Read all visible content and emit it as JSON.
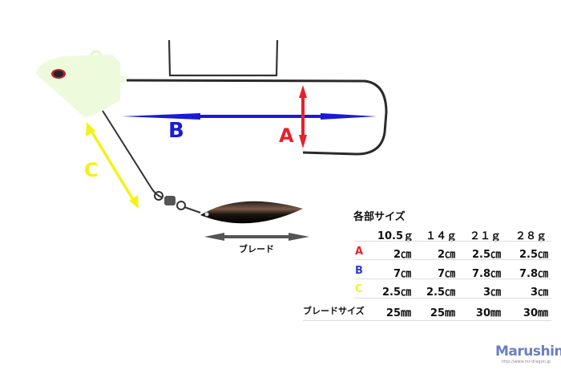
{
  "diagram": {
    "label_a": "A",
    "label_b": "B",
    "label_c": "C",
    "blade_label": "ブレード",
    "colors": {
      "a": "#e8202a",
      "b": "#1a1ad8",
      "c": "#f2f21a",
      "blade_arrow": "#555555",
      "head": "#eefadc"
    }
  },
  "table": {
    "title": "各部サイズ",
    "columns": [
      "10.5ｇ",
      "１４ｇ",
      "２１ｇ",
      "２８ｇ"
    ],
    "rows": [
      {
        "label": "A",
        "color": "#e8202a",
        "values": [
          "2㎝",
          "2㎝",
          "2.5㎝",
          "2.5㎝"
        ]
      },
      {
        "label": "B",
        "color": "#2a3ec0",
        "values": [
          "7㎝",
          "7㎝",
          "7.8㎝",
          "7.8㎝"
        ]
      },
      {
        "label": "C",
        "color": "#f2f21a",
        "values": [
          "2.5㎝",
          "2.5㎝",
          "3㎝",
          "3㎝"
        ]
      },
      {
        "label": "ブレードサイズ",
        "color": "#111111",
        "values": [
          "25㎜",
          "25㎜",
          "30㎜",
          "30㎜"
        ]
      }
    ]
  },
  "logo": {
    "name": "Marushin",
    "url": "http://www.mr-dragon.jp"
  }
}
